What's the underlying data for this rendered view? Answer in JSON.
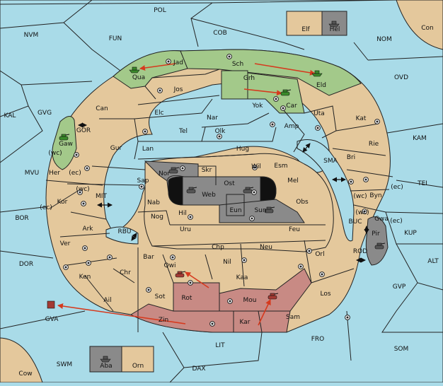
{
  "colors": {
    "sea": "#a9dbe8",
    "land": "#e4c89c",
    "green_power": "#a3c98a",
    "grey_power": "#8a8a8a",
    "red_power": "#c88a84",
    "order_arrow": "#d63a1e"
  },
  "unit_icons": {
    "army": "tank-icon",
    "fleet": "ship-icon"
  },
  "map": {
    "sea_labels": [
      "POL",
      "NVM",
      "FUN",
      "COB",
      "NOM",
      "Con",
      "OVD",
      "KAL",
      "GVG",
      "KAM",
      "MVU",
      "TEI",
      "BOR",
      "KUP",
      "ALT",
      "DOR",
      "GVP",
      "GVA",
      "SOM",
      "FRO",
      "LIT",
      "SWM",
      "DAX",
      "Cow"
    ],
    "water_labels": [
      "SMA",
      "MIT",
      "RBU",
      "GOR",
      "BUC",
      "ROD"
    ],
    "coast_labels": [
      "(wc)",
      "(ec)",
      "(wc)",
      "(ec)",
      "(wc)",
      "(ec)",
      "(wc)",
      "(ec)"
    ],
    "land_labels": [
      "Jad",
      "Qua",
      "Jos",
      "Sch",
      "Grh",
      "Eld",
      "Yok",
      "Car",
      "Can",
      "Elc",
      "Nar",
      "Uta",
      "Kat",
      "Tel",
      "Olk",
      "Amp",
      "Gaw",
      "Gur",
      "Lan",
      "Hug",
      "Rie",
      "Bri",
      "Wil",
      "Esm",
      "Nor",
      "Skr",
      "Ost",
      "Her",
      "Sap",
      "Web",
      "Mel",
      "Kor",
      "Nab",
      "Byn",
      "Eun",
      "Sun",
      "Obs",
      "Gwa",
      "Hil",
      "Nog",
      "Ark",
      "Uru",
      "Feu",
      "Pir",
      "Ver",
      "Chp",
      "Neu",
      "Orl",
      "Bar",
      "Qwi",
      "Nil",
      "Ken",
      "Chr",
      "Kaa",
      "Rot",
      "Mou",
      "Los",
      "Ail",
      "Sot",
      "Zin",
      "Kar",
      "Sam",
      "Elf",
      "Hel",
      "Aba",
      "Orn"
    ]
  },
  "units": [
    {
      "type": "fleet",
      "power": "green",
      "province": "Qua"
    },
    {
      "type": "fleet",
      "power": "green",
      "province": "Eld"
    },
    {
      "type": "army",
      "power": "green",
      "province": "Car"
    },
    {
      "type": "army",
      "power": "green",
      "province": "Gaw"
    },
    {
      "type": "army",
      "power": "grey",
      "province": "Nor"
    },
    {
      "type": "army",
      "power": "grey",
      "province": "Web"
    },
    {
      "type": "army",
      "power": "grey",
      "province": "Ost"
    },
    {
      "type": "army",
      "power": "grey",
      "province": "Sun"
    },
    {
      "type": "army",
      "power": "grey",
      "province": "Pir"
    },
    {
      "type": "army",
      "power": "red",
      "province": "Qwi"
    },
    {
      "type": "army",
      "power": "red",
      "province": "Mou"
    },
    {
      "type": "fleet",
      "power": "red",
      "province": "GVA"
    },
    {
      "type": "fleet",
      "power": "grey",
      "province": "Hel"
    },
    {
      "type": "fleet",
      "power": "grey",
      "province": "Aba"
    }
  ],
  "orders": [
    {
      "from": "Jad",
      "to": "Qua"
    },
    {
      "from": "Sch",
      "to": "Eld"
    },
    {
      "from": "Grh",
      "to": "Car"
    },
    {
      "from": "Rot",
      "to": "Qwi"
    },
    {
      "from": "Kar",
      "to": "Mou"
    },
    {
      "from": "Zin",
      "to": "GVA"
    }
  ]
}
